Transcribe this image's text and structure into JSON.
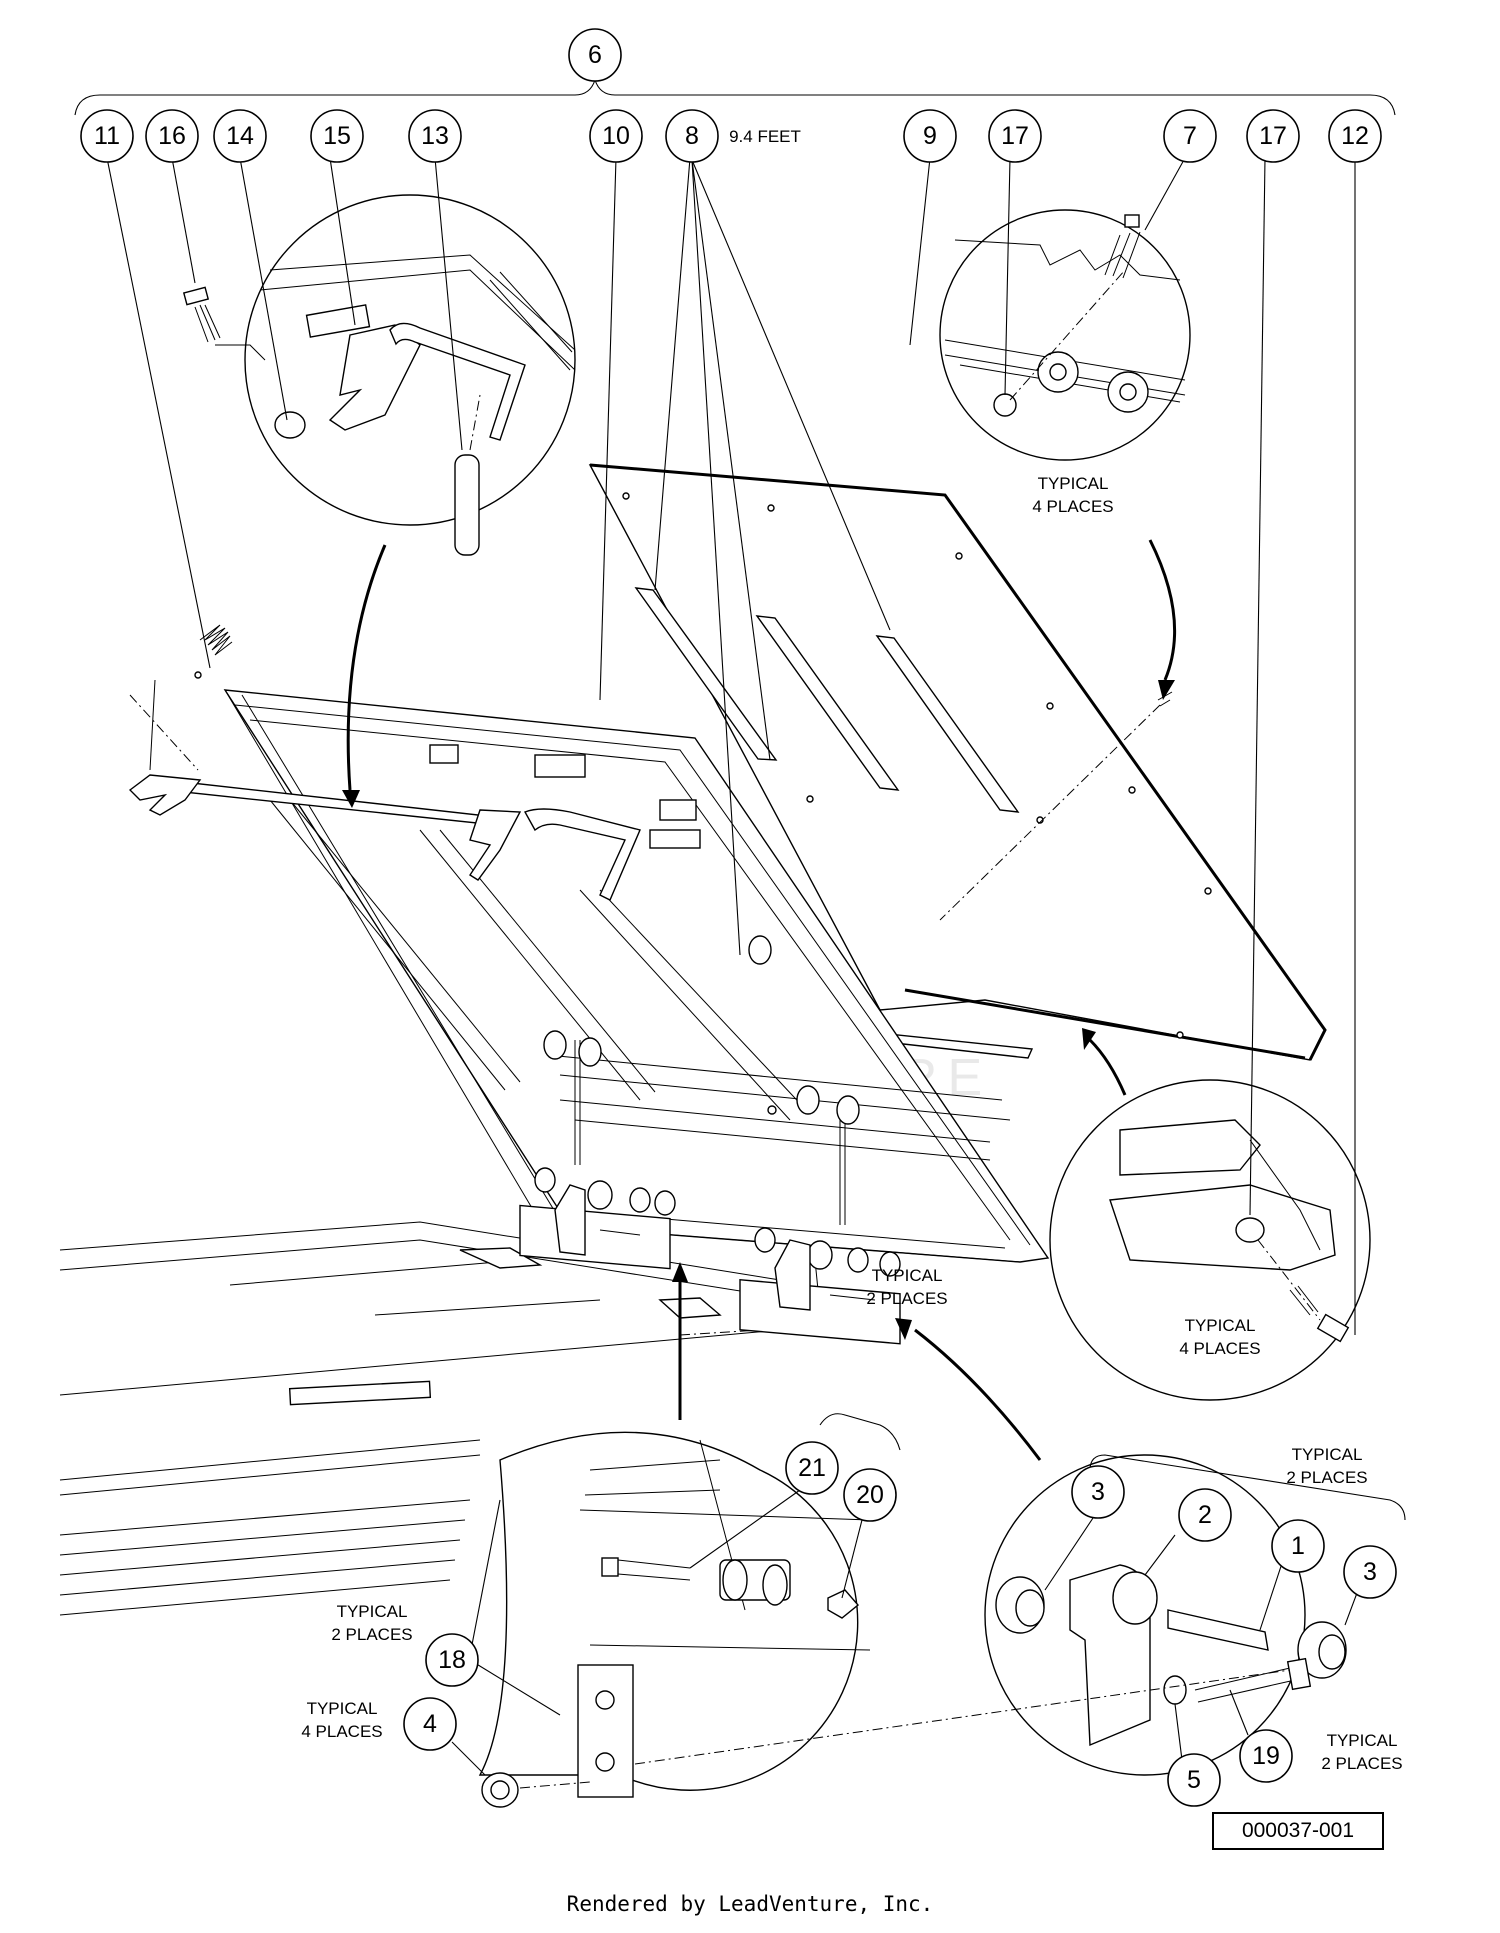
{
  "callouts": {
    "c6": "6",
    "c11": "11",
    "c16": "16",
    "c14": "14",
    "c15": "15",
    "c13": "13",
    "c10": "10",
    "c8": "8",
    "c9": "9",
    "c17a": "17",
    "c7": "7",
    "c17b": "17",
    "c12": "12",
    "c21": "21",
    "c20": "20",
    "c3a": "3",
    "c2": "2",
    "c1": "1",
    "c3b": "3",
    "c18": "18",
    "c4": "4",
    "c5": "5",
    "c19": "19"
  },
  "notes": {
    "feet": "9.4 FEET",
    "typical": "TYPICAL",
    "four_places": "4 PLACES",
    "two_places": "2 PLACES"
  },
  "drawing_number": "000037-001",
  "footer": "Rendered by LeadVenture, Inc.",
  "watermark": "LEADVENTURE"
}
